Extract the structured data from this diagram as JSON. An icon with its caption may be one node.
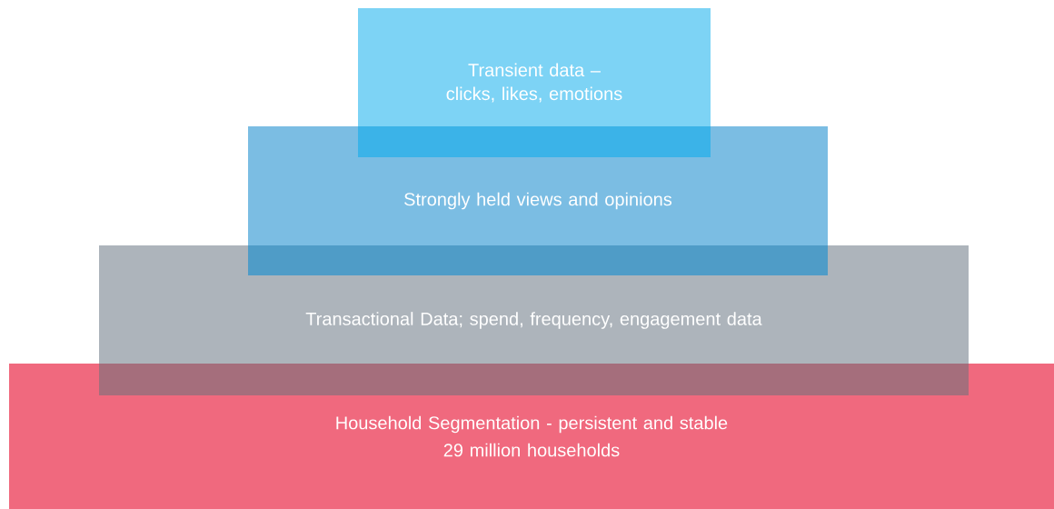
{
  "diagram": {
    "nodes": [
      {
        "text": [
          "Transient data – clicks, likes, emotions"
        ]
      },
      {
        "text": [
          "Strongly held views and opinions"
        ]
      },
      {
        "text": [
          "Transactional Data; spend, frequency, engagement data"
        ]
      },
      {
        "text": [
          "Household Segmentation - persistent and stable",
          "29 million households"
        ]
      }
    ]
  }
}
